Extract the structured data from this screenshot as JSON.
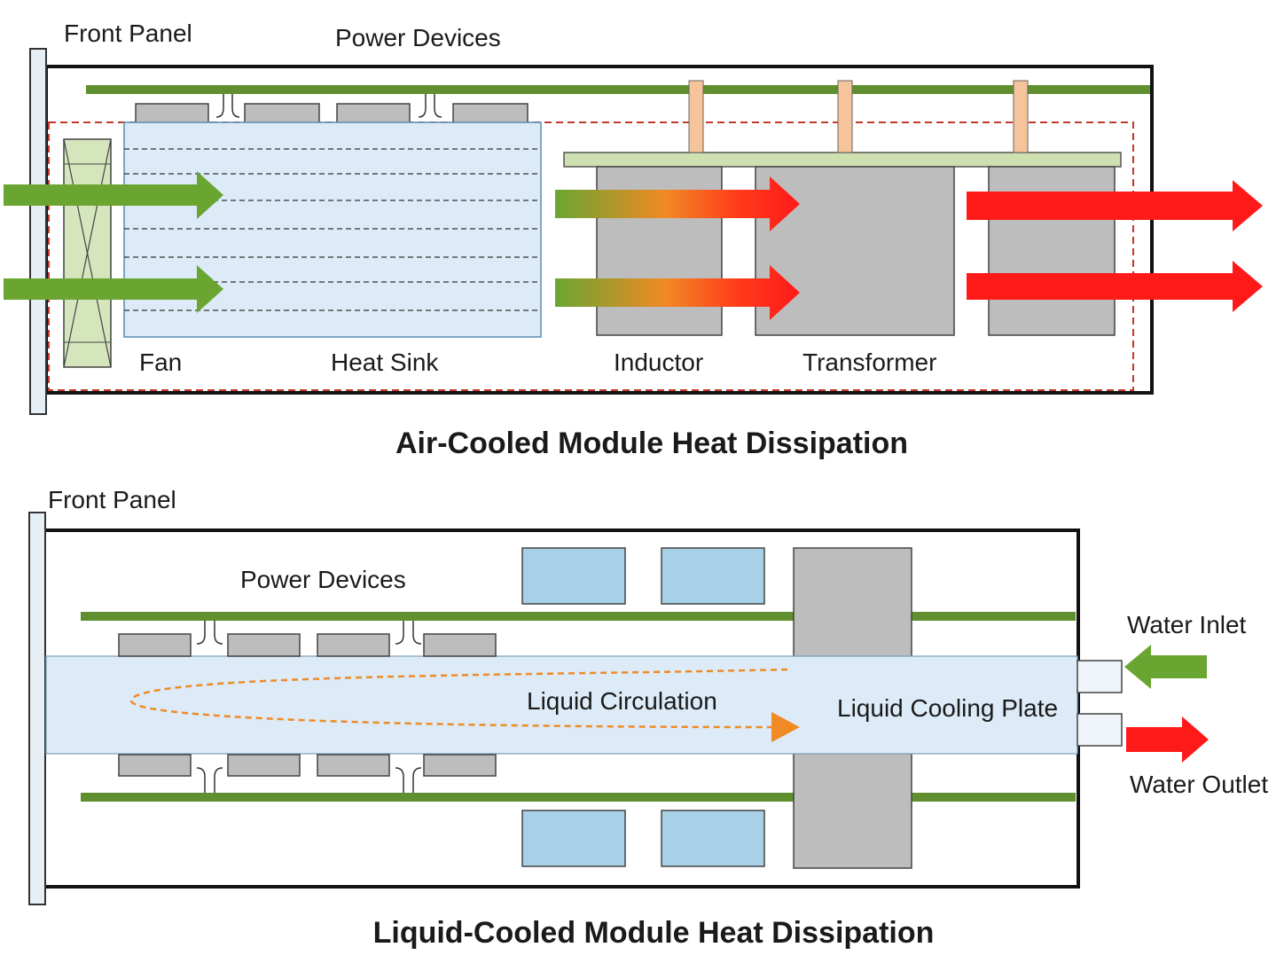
{
  "air_cooled": {
    "front_panel_label": "Front Panel",
    "power_devices_label": "Power Devices",
    "fan_label": "Fan",
    "heat_sink_label": "Heat Sink",
    "inductor_label": "Inductor",
    "transformer_label": "Transformer",
    "title": "Air-Cooled Module Heat Dissipation"
  },
  "liquid_cooled": {
    "front_panel_label": "Front Panel",
    "power_devices_label": "Power Devices",
    "liquid_circulation_label": "Liquid Circulation",
    "liquid_cooling_plate_label": "Liquid Cooling Plate",
    "water_inlet_label": "Water Inlet",
    "water_outlet_label": "Water Outlet",
    "title": "Liquid-Cooled Module Heat Dissipation"
  },
  "colors": {
    "pcb_green": "#5f8f2e",
    "air_in_green": "#6aa532",
    "air_out_red": "#ff1a1a",
    "heat_sink_blue": "#dcebf7",
    "device_gray": "#bdbdbd",
    "circulation_orange": "#f08a24",
    "boundary_red": "#c0392b"
  }
}
